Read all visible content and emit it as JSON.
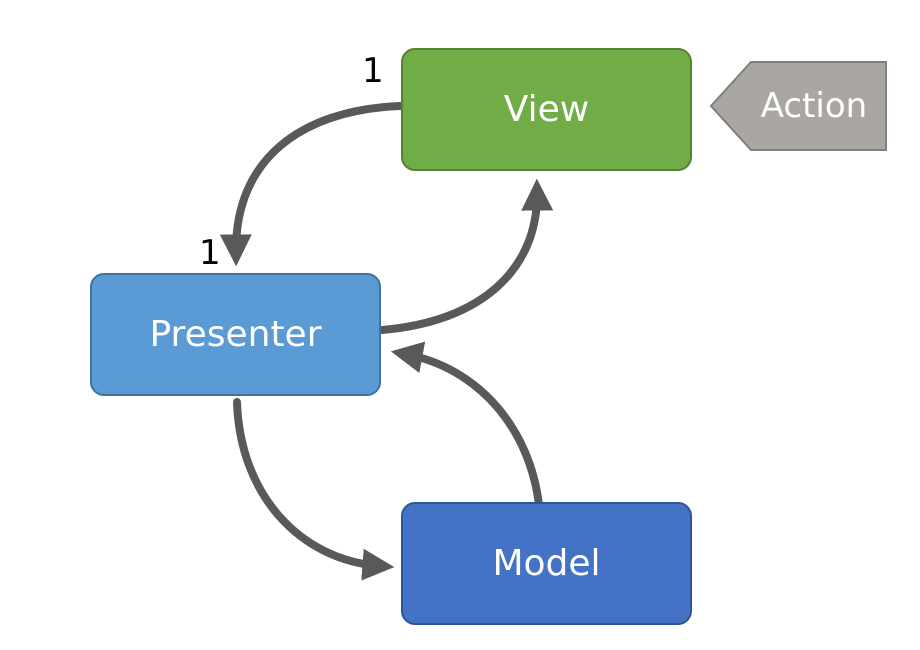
{
  "nodes": {
    "view": "View",
    "presenter": "Presenter",
    "model": "Model"
  },
  "multiplicity": {
    "view_end": "1",
    "presenter_end": "1"
  },
  "action": {
    "label": "Action"
  },
  "edges": [
    {
      "from": "view",
      "to": "presenter"
    },
    {
      "from": "presenter",
      "to": "view"
    },
    {
      "from": "presenter",
      "to": "model"
    },
    {
      "from": "model",
      "to": "presenter"
    }
  ],
  "colors": {
    "view_fill": "#70ad47",
    "presenter_fill": "#5b9bd5",
    "model_fill": "#4472c4",
    "arrow": "#595959",
    "action_fill": "#aaa6a2",
    "action_border": "#7f7f7f"
  }
}
